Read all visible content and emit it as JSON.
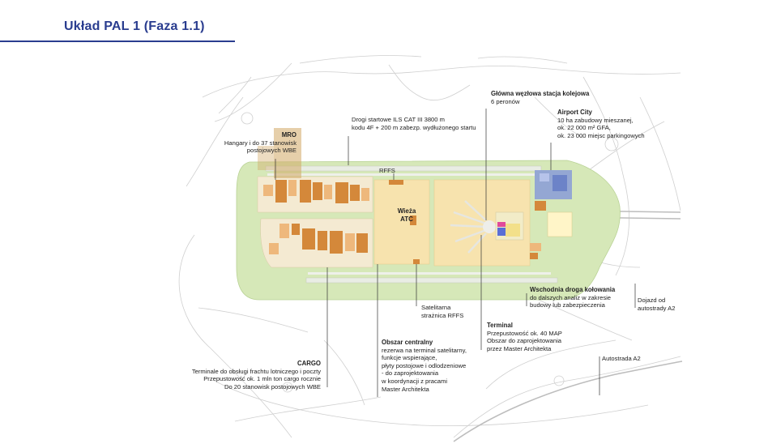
{
  "page": {
    "title": "Układ PAL 1 (Faza 1.1)"
  },
  "labels": {
    "runways": {
      "line1": "Drogi startowe ILS CAT III 3800 m",
      "line2": "kodu 4F + 200 m zabezp. wydłużonego startu"
    },
    "main_station": {
      "title": "Główna węzłowa stacja kolejowa",
      "line1": "6 peronów"
    },
    "airport_city": {
      "title": "Airport City",
      "line1": "10 ha zabudowy mieszanej,",
      "line2": "ok. 22 000 m² GFA,",
      "line3": "ok. 23 000 miejsc parkingowych"
    },
    "mro": {
      "title": "MRO",
      "line1": "Hangary i do 37 stanowisk",
      "line2": "postojowych WBE"
    },
    "rffs": {
      "title": "RFFS"
    },
    "tower": {
      "line1": "Wieża",
      "line2": "ATC"
    },
    "east_taxiway": {
      "title": "Wschodnia droga kołowania",
      "line1": "do dalszych analiz w zakresie",
      "line2": "budowy lub zabezpieczenia"
    },
    "highway_access": {
      "line1": "Dojazd od",
      "line2": "autostrady A2"
    },
    "satellite_rffs": {
      "line1": "Satelitarna",
      "line2": "strażnica RFFS"
    },
    "terminal": {
      "title": "Terminal",
      "line1": "Przepustowość ok. 40 MAP",
      "line2": "Obszar do zaprojektowania",
      "line3": "przez Master Architekta"
    },
    "central_area": {
      "title": "Obszar centralny",
      "line1": "rezerwa na terminal satelitarny,",
      "line2": "funkcje wspierające,",
      "line3": "płyty postojowe i odlodzeniowe",
      "line4": "- do zaprojektowania",
      "line5": "w koordynacji z pracami",
      "line6": "Master Architekta"
    },
    "cargo": {
      "title": "CARGO",
      "line1": "Terminale do obsługi frachtu lotniczego i poczty",
      "line2": "Przepustowość ok. 1 mln ton cargo rocznie",
      "line3": "Do 20 stanowisk postojowych WBE"
    },
    "highway": {
      "line1": "Autostrada A2"
    }
  },
  "colors": {
    "title": "#2a3d8f",
    "green_area": "#d6e8b8",
    "apron": "#f7e3ae",
    "building": "#d4883a",
    "light_building": "#eeb87c",
    "airport_city": "#8da0d6",
    "road": "#c7c7c7",
    "leader": "#333333"
  }
}
